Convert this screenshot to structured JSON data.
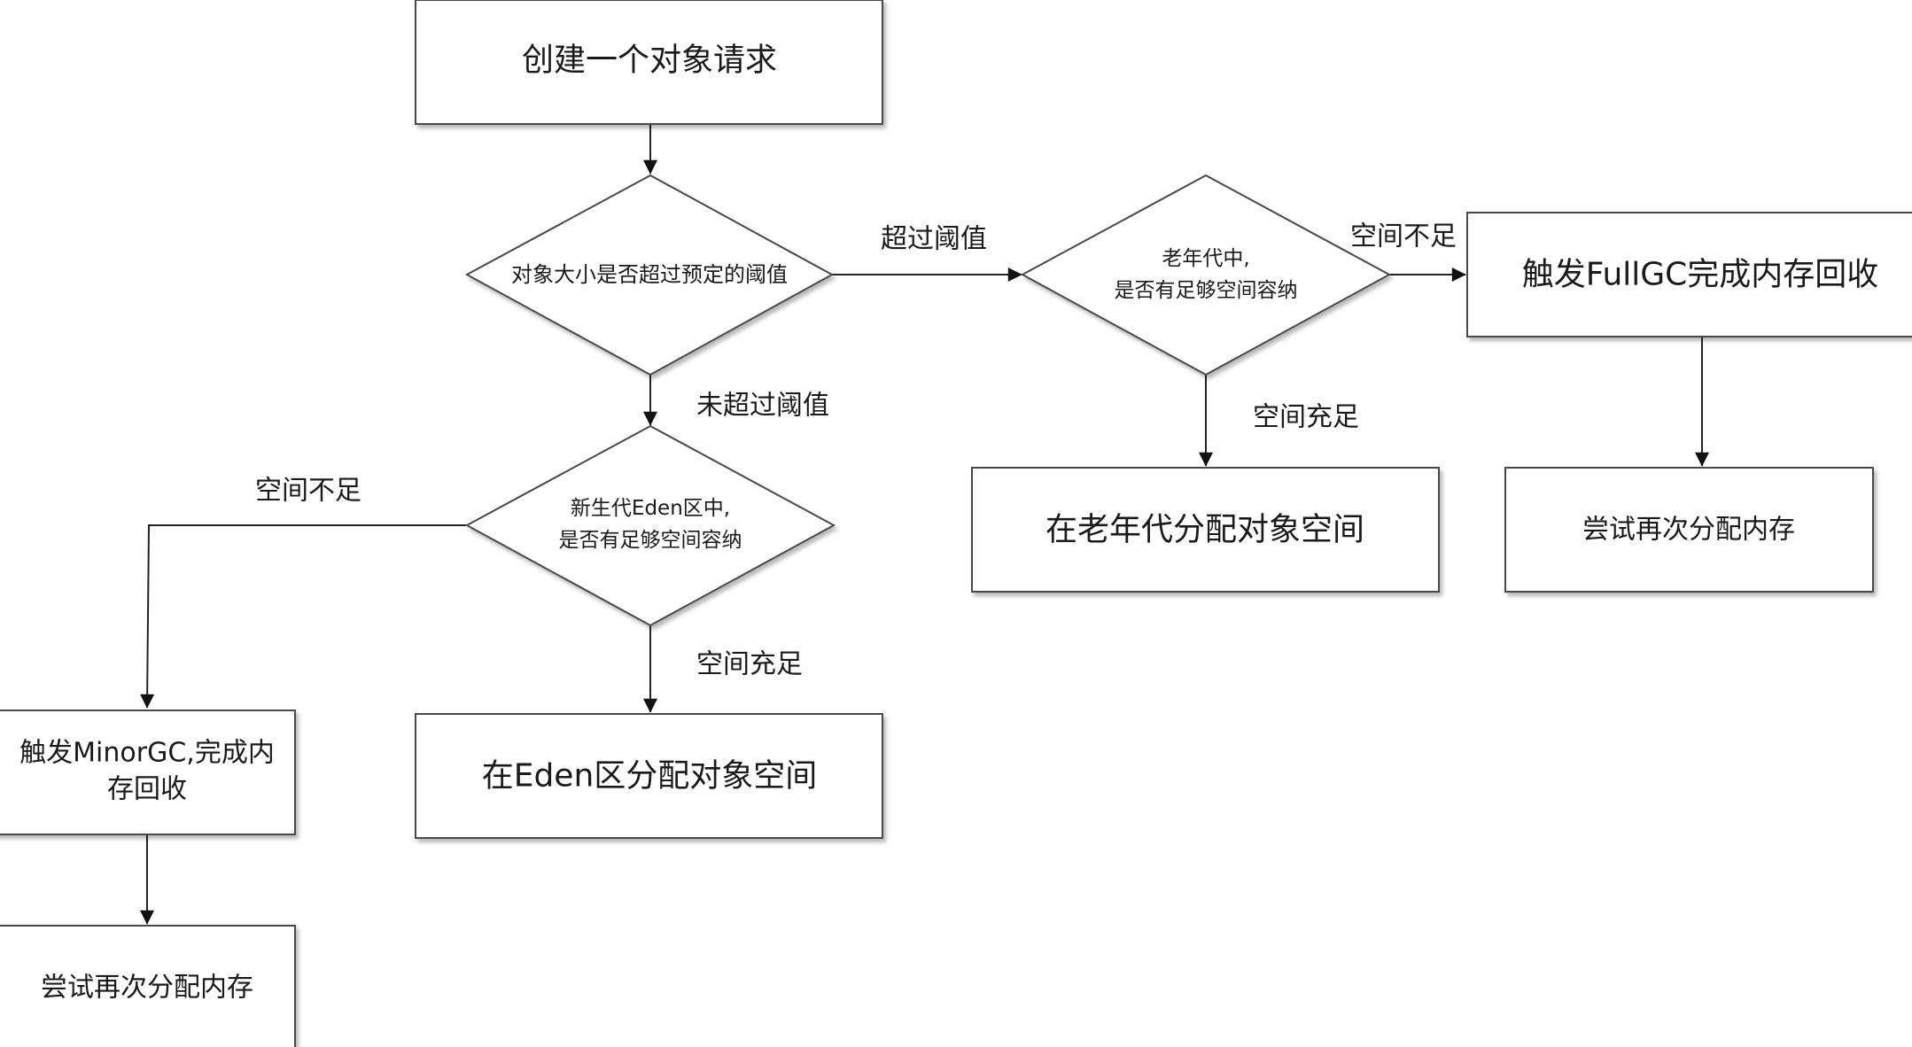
{
  "nodes": {
    "create_request": "创建一个对象请求",
    "size_check": "对象大小是否超过预定的阈值",
    "old_gen_check_line1": "老年代中,",
    "old_gen_check_line2": "是否有足够空间容纳",
    "full_gc": "触发FullGC完成内存回收",
    "eden_check_line1": "新生代Eden区中,",
    "eden_check_line2": "是否有足够空间容纳",
    "alloc_old": "在老年代分配对象空间",
    "retry_right": "尝试再次分配内存",
    "minor_gc_line1": "触发MinorGC,完成内",
    "minor_gc_line2": "存回收",
    "alloc_eden": "在Eden区分配对象空间",
    "retry_left": "尝试再次分配内存"
  },
  "edges": {
    "exceeds_threshold": "超过阈值",
    "not_exceeds_threshold": "未超过阈值",
    "old_insufficient": "空间不足",
    "old_sufficient": "空间充足",
    "eden_insufficient": "空间不足",
    "eden_sufficient": "空间充足"
  }
}
